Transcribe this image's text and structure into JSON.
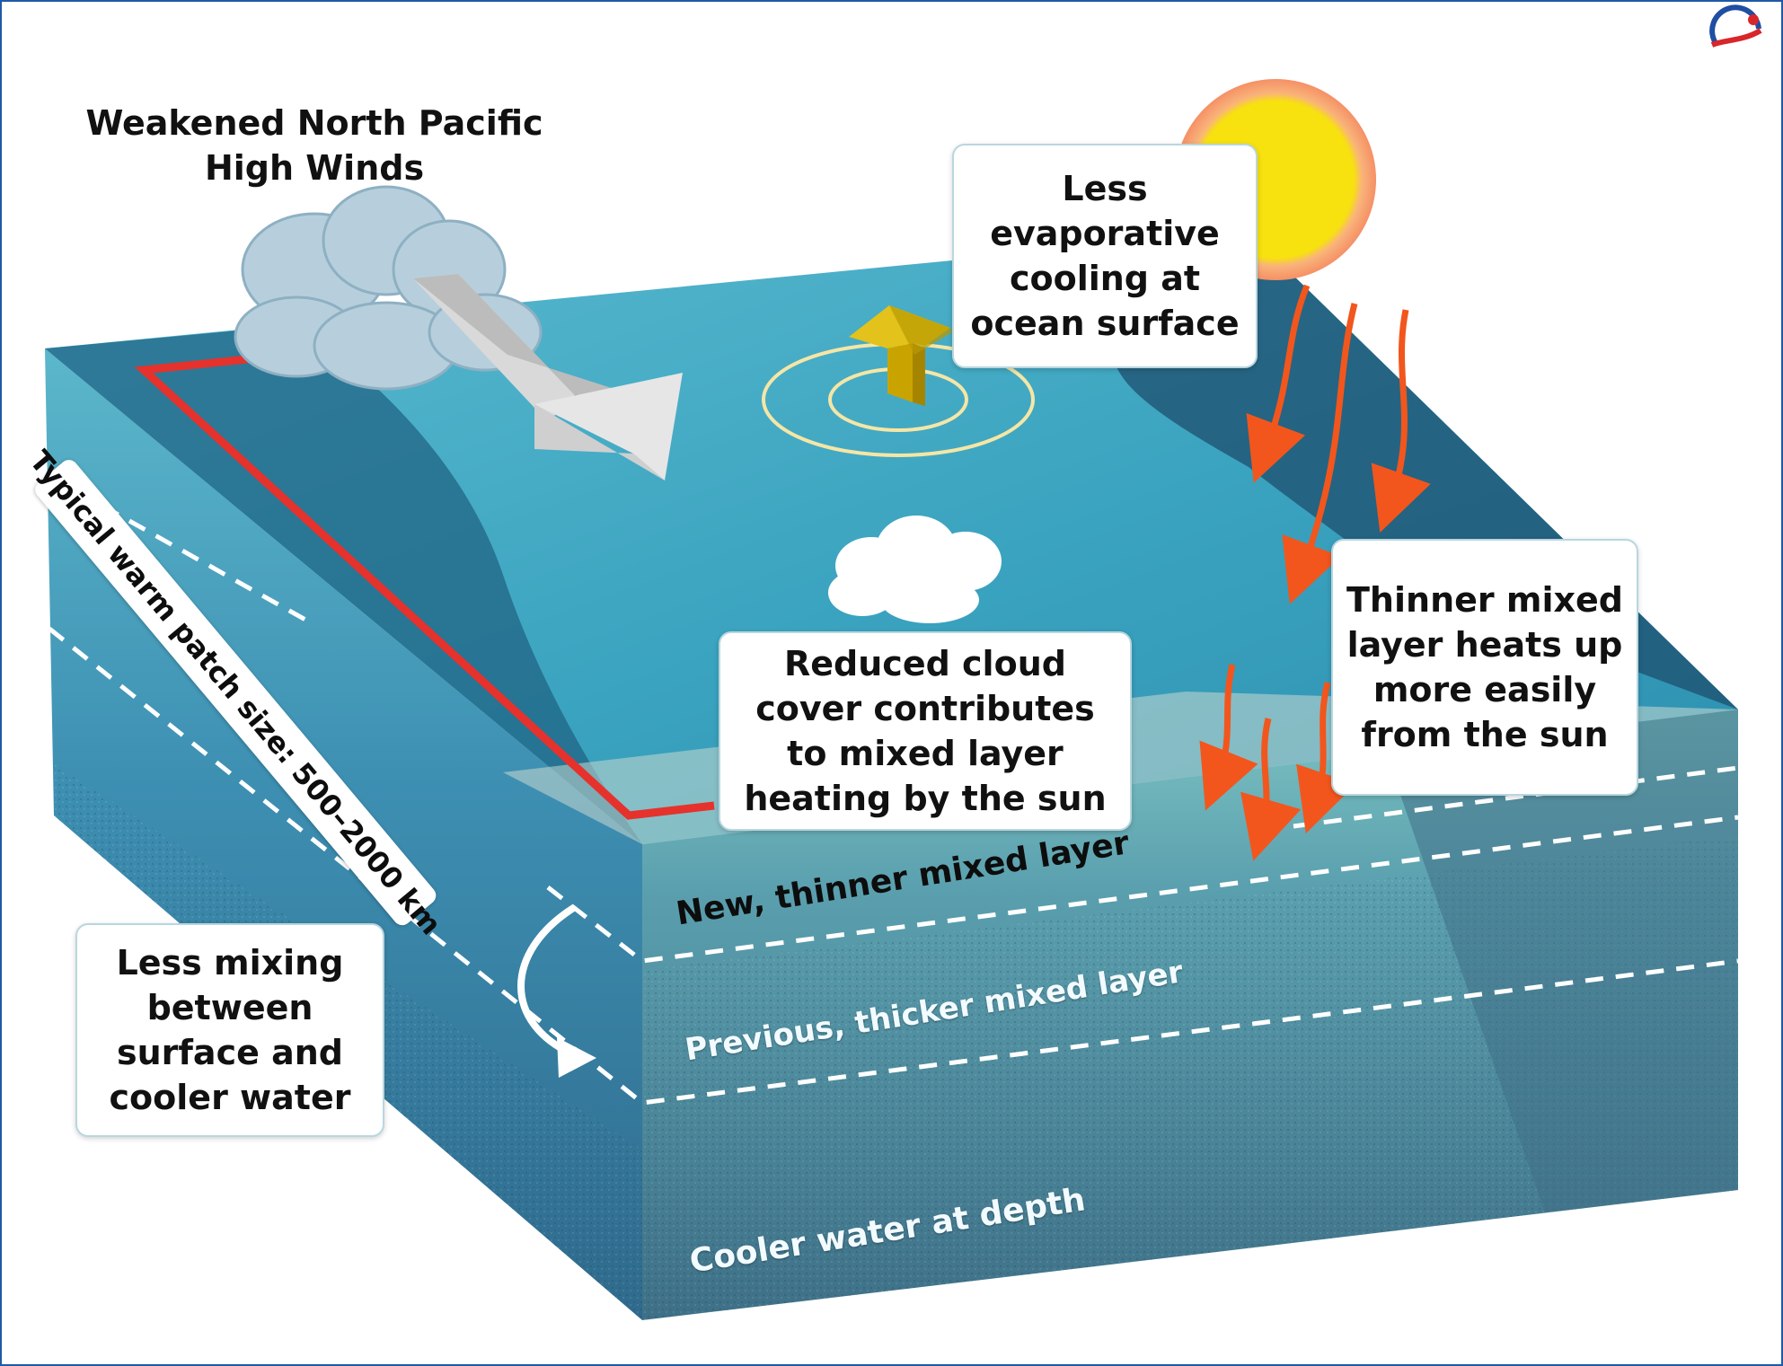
{
  "title": "Weakened North Pacific\nHigh Winds",
  "callouts": {
    "evaporative": "Less\nevaporative\ncooling at\nocean surface",
    "cloud": "Reduced cloud\ncover contributes\nto mixed layer\nheating by the sun",
    "thinner_heats": "Thinner mixed\nlayer heats up\nmore easily\nfrom the sun",
    "less_mixing": "Less mixing\nbetween\nsurface and\ncooler water"
  },
  "labels": {
    "patch_size": "Typical warm patch size: 500–2000 km",
    "new_layer": "New, thinner mixed layer",
    "previous_layer": "Previous, thicker mixed layer",
    "cooler_water": "Cooler water at depth"
  },
  "icons": [
    "cloud-icon",
    "wind-arrow-icon",
    "sun-icon",
    "sun-ray-arrow-icon",
    "evaporation-arrow-icon",
    "logo-icon"
  ],
  "colors": {
    "ocean_surface": "#3aa3bf",
    "ocean_dark": "#1e5f80",
    "deep_water": "#3f6f86",
    "mixed_layer": "#7fc4c6",
    "warm_patch_outline": "#e5322d",
    "sun": "#f7e10f",
    "sun_halo": "#f59066",
    "ray": "#f2561d",
    "callout_border": "#b9d6df"
  }
}
